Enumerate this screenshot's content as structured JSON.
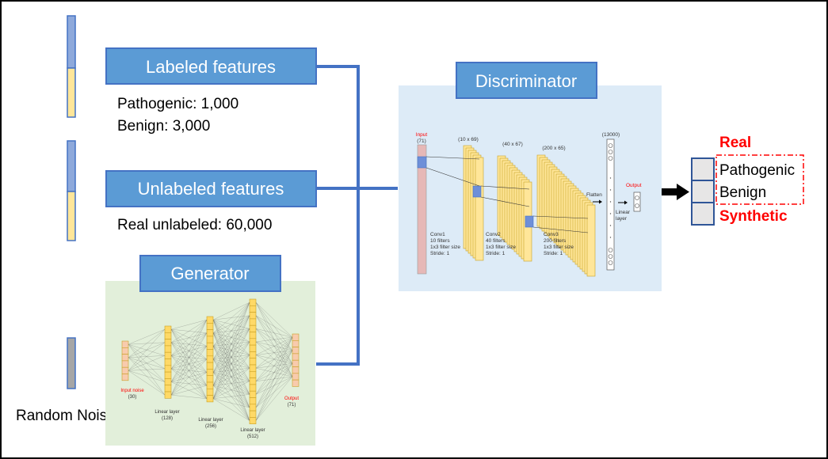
{
  "inputs": {
    "labeled_title": "Labeled features",
    "pathogenic_count": "Pathogenic: 1,000",
    "benign_count": "Benign: 3,000",
    "unlabeled_title": "Unlabeled features",
    "real_unlabeled_count": "Real unlabeled: 60,000",
    "random_noise": "Random Noise"
  },
  "generator": {
    "title": "Generator",
    "input_label": "Input noise",
    "input_size": "(30)",
    "layer1_label": "Linear layer",
    "layer1_size": "(128)",
    "layer2_label": "Linear layer",
    "layer2_size": "(256)",
    "layer3_label": "Linear layer",
    "layer3_size": "(512)",
    "output_label": "Output",
    "output_size": "(71)"
  },
  "discriminator": {
    "title": "Discriminator",
    "input_label": "Input",
    "input_size": "(71)",
    "conv1_shape": "(10 x 69)",
    "conv2_shape": "(40 x 67)",
    "conv3_shape": "(200 x 65)",
    "flat_shape": "(13000)",
    "conv1_name": "Conv1",
    "conv1_filters": "10 filters",
    "conv1_size": "1x3 filter size",
    "conv1_stride": "Stride: 1",
    "conv2_name": "Conv2",
    "conv2_filters": "40 filters",
    "conv2_size": "1x3 filter size",
    "conv2_stride": "Stride: 1",
    "conv3_name": "Conv3",
    "conv3_filters": "200 filters",
    "conv3_size": "1x3 filter size",
    "conv3_stride": "Stride: 1",
    "flatten_label": "Flatten",
    "linear_label_1": "Linear",
    "linear_label_2": "layer",
    "output_label": "Output"
  },
  "outputs": {
    "real_label": "Real",
    "pathogenic": "Pathogenic",
    "benign": "Benign",
    "synthetic": "Synthetic"
  },
  "colors": {
    "accent_blue": "#4472C4",
    "title_box": "#5B9BD5",
    "bar_blue": "#8EA9DB",
    "bar_yellow": "#FFE699",
    "bar_gray": "#A6A6A6",
    "generator_bg": "#E2EFDA",
    "discriminator_bg": "#DDEBF7",
    "node_fill": "#FFD966",
    "input_node": "#F8CBAD",
    "red": "#FF0000"
  }
}
